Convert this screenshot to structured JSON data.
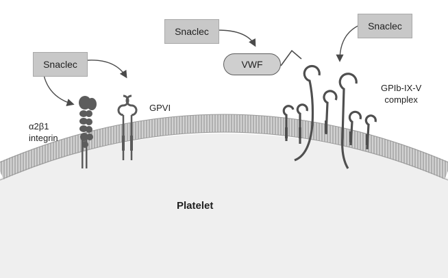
{
  "snaclec_labels": [
    "Snaclec",
    "Snaclec",
    "Snaclec"
  ],
  "vwf_label": "VWF",
  "integrin_label": [
    "α2β1",
    "integrin"
  ],
  "gpvi_label": "GPVI",
  "gpib_label": [
    "GPIb-IX-V",
    "complex"
  ],
  "platelet_label": "Platelet",
  "colors": {
    "membrane": "#c4c4c4",
    "cell": "#f0f0f0",
    "receptor": "#5a5a5a",
    "box": "#c8c8c8"
  }
}
